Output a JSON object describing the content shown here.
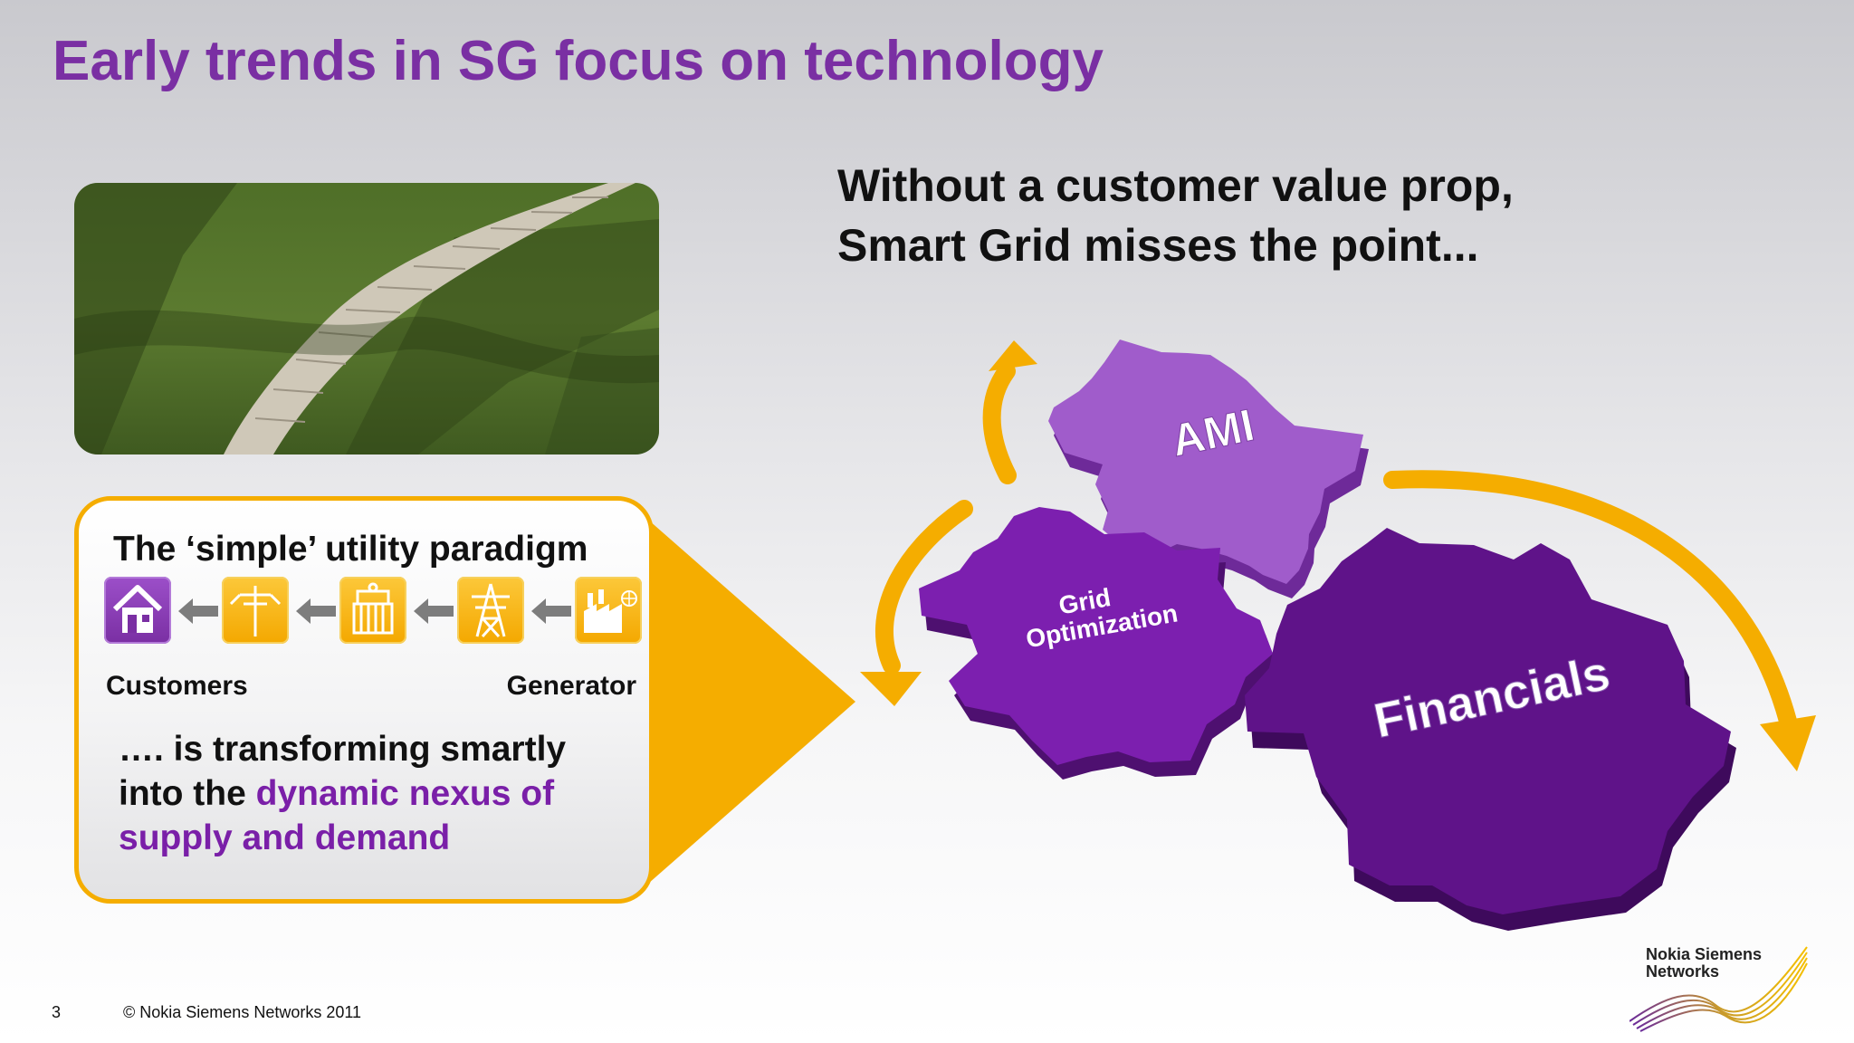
{
  "slide": {
    "title": "Early trends in SG focus on technology",
    "headline_line1": "Without a customer value prop,",
    "headline_line2": "Smart Grid misses the point...",
    "page_number": "3",
    "copyright": "© Nokia Siemens Networks 2011"
  },
  "paradigm": {
    "title": "The ‘simple’ utility paradigm",
    "label_left": "Customers",
    "label_right": "Generator",
    "text_line1": "…. is transforming smartly",
    "text_line2_plain": "into the ",
    "text_line2_highlight": "dynamic nexus of",
    "text_line3_highlight": "supply and demand",
    "icons": [
      "house-icon",
      "distribution-pole-icon",
      "substation-icon",
      "transmission-tower-icon",
      "power-plant-icon"
    ]
  },
  "gears": {
    "ami": "AMI",
    "grid_line1": "Grid",
    "grid_line2": "Optimization",
    "financials": "Financials"
  },
  "logo": {
    "line1": "Nokia Siemens",
    "line2": "Networks"
  },
  "colors": {
    "title_purple": "#7a2fa3",
    "accent_orange": "#f5ad00",
    "gear_light": "#9a4fc8",
    "gear_mid": "#7f1fae",
    "gear_dark": "#5e1288"
  }
}
